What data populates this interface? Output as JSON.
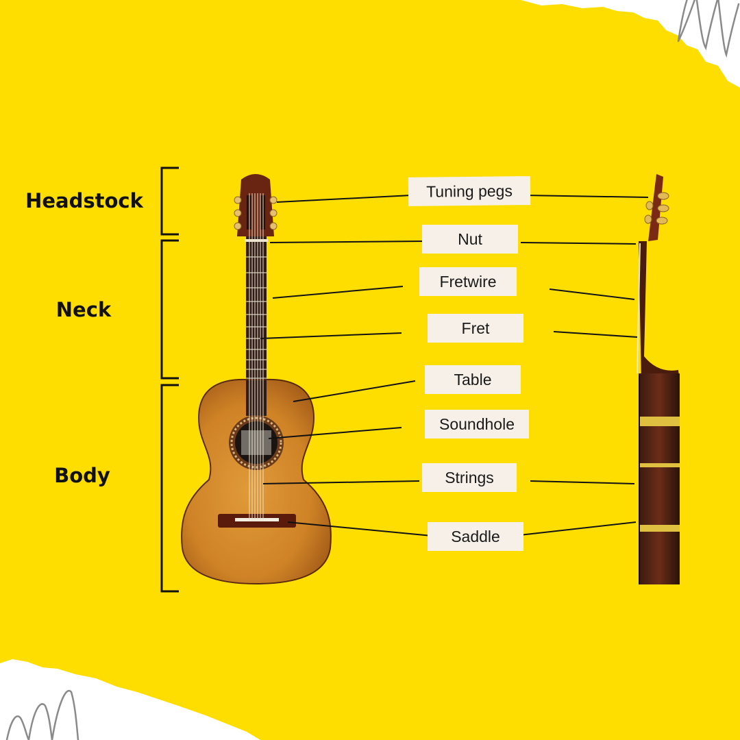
{
  "sections": {
    "headstock": "Headstock",
    "neck": "Neck",
    "body": "Body"
  },
  "parts": [
    {
      "id": "tuning-pegs",
      "label": "Tuning pegs"
    },
    {
      "id": "nut",
      "label": "Nut"
    },
    {
      "id": "fretwire",
      "label": "Fretwire"
    },
    {
      "id": "fret",
      "label": "Fret"
    },
    {
      "id": "table",
      "label": "Table"
    },
    {
      "id": "soundhole",
      "label": "Soundhole"
    },
    {
      "id": "strings",
      "label": "Strings"
    },
    {
      "id": "saddle",
      "label": "Saddle"
    }
  ],
  "colors": {
    "background": "#fedd00",
    "torn_paper": "#ffffff",
    "label_tag": "#f6f0e8",
    "ink": "#111111"
  }
}
